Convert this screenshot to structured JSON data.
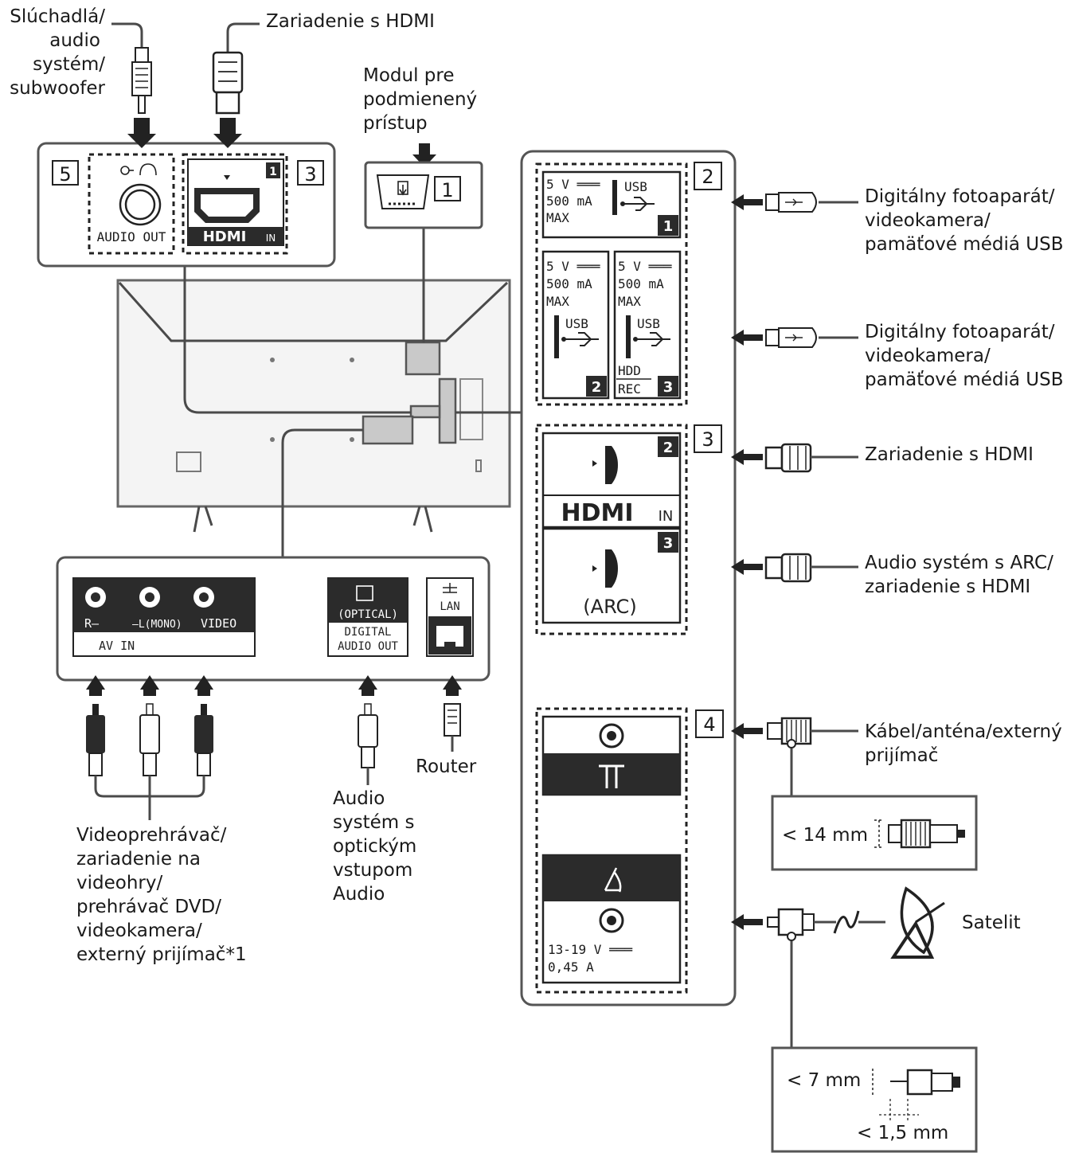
{
  "labels": {
    "headphones": [
      "Slúchadlá/",
      "audio",
      "systém/",
      "subwoofer"
    ],
    "hdmi_top": "Zariadenie s HDMI",
    "cam_module": [
      "Modul pre",
      "podmienený",
      "prístup"
    ],
    "usb1": [
      "Digitálny fotoaparát/",
      "videokamera/",
      "pamäťové médiá USB"
    ],
    "usb23": [
      "Digitálny fotoaparát/",
      "videokamera/",
      "pamäťové médiá USB"
    ],
    "hdmi2": "Zariadenie s HDMI",
    "hdmi3_arc": [
      "Audio systém s ARC/",
      "zariadenie s HDMI"
    ],
    "cable": [
      "Kábel/anténa/externý",
      "prijímač"
    ],
    "satellite": "Satelit",
    "video_player": [
      "Videoprehrávač/",
      "zariadenie na",
      "videohry/",
      "prehrávač DVD/",
      "videokamera/",
      "externý prijímač*1"
    ],
    "optical_audio": [
      "Audio",
      "systém s",
      "optickým",
      "vstupom",
      "Audio"
    ],
    "router": "Router"
  },
  "dimensions": {
    "cable_max": "< 14 mm",
    "sat_max": "< 7 mm",
    "sat_pin": "< 1,5 mm"
  },
  "numbers": {
    "n5": "5",
    "n3a": "3",
    "n1": "1",
    "n2": "2",
    "n3b": "3",
    "n4": "4"
  },
  "ports": {
    "audio_out": "AUDIO OUT",
    "hdmi_logo": "HDMI",
    "hdmi_in": "IN",
    "hdmi1_badge": "1",
    "usb_label": "USB",
    "usb_v": "5 V ═══",
    "usb_ma": "500 mA",
    "usb_max": "MAX",
    "usb1_badge": "1",
    "usb2_badge": "2",
    "usb3_badge": "3",
    "hdd": "HDD",
    "rec": "REC",
    "hdmi2_badge": "2",
    "hdmi3_badge": "3",
    "arc": "(ARC)",
    "sat_v": "13-19 V ═══",
    "sat_a": "0,45 A",
    "av_r": "R–",
    "av_l": "–L(MONO)",
    "av_video": "VIDEO",
    "av_in": "AV IN",
    "optical": "(OPTICAL)",
    "digital": "DIGITAL",
    "audio_out2": "AUDIO OUT",
    "lan": "LAN"
  },
  "icons": [
    "headphone-icon",
    "usb-icon",
    "satellite-dish-icon",
    "antenna-icon",
    "lan-icon"
  ]
}
